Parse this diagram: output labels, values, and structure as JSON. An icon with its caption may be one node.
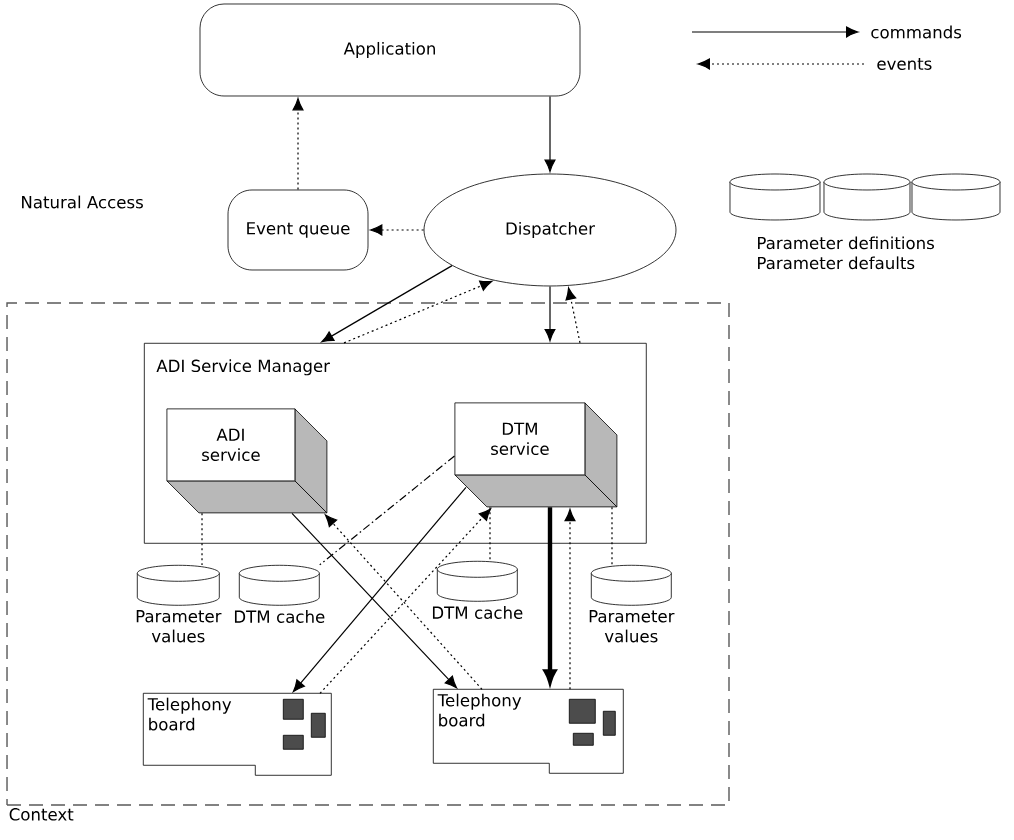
{
  "diagram": {
    "nodes": [
      {
        "text": [
          "Application"
        ]
      },
      {
        "text": [
          "Event queue"
        ]
      },
      {
        "text": [
          "Dispatcher"
        ]
      },
      {
        "text": [
          "Context"
        ]
      },
      {
        "text": [
          "ADI Service Manager"
        ],
        "in": 3
      },
      {
        "text": [
          "ADI service"
        ],
        "in": 4
      },
      {
        "text": [
          "DTM service"
        ],
        "in": 4
      },
      {
        "text": [
          "Parameter values"
        ],
        "in": 3
      },
      {
        "text": [
          "DTM cache"
        ],
        "in": 3
      },
      {
        "text": [
          "DTM cache"
        ],
        "in": 3
      },
      {
        "text": [
          "Parameter values"
        ],
        "in": 3
      },
      {
        "text": [
          "Telephony board"
        ],
        "in": 3
      },
      {
        "text": [
          "Telephony board"
        ],
        "in": 3
      },
      {
        "text": [
          "Parameter definitions",
          "Parameter defaults"
        ]
      }
    ],
    "edges": [
      {
        "from": 0,
        "to": 2,
        "arrow": "to"
      },
      {
        "from": 1,
        "to": 0,
        "arrow": "to",
        "style": "dashed"
      },
      {
        "from": 2,
        "to": 1,
        "arrow": "to",
        "style": "dashed"
      },
      {
        "from": 2,
        "to": 4,
        "arrow": "to"
      },
      {
        "from": 4,
        "to": 2,
        "arrow": "to",
        "style": "dashed"
      },
      {
        "from": 2,
        "to": 4,
        "arrow": "to"
      },
      {
        "from": 4,
        "to": 2,
        "arrow": "to",
        "style": "dashed"
      },
      {
        "from": 5,
        "to": 7,
        "arrow": "none",
        "style": "dashed"
      },
      {
        "from": 6,
        "to": 8,
        "arrow": "none",
        "style": "dashed"
      },
      {
        "from": 6,
        "to": 9,
        "arrow": "none",
        "style": "dashed"
      },
      {
        "from": 6,
        "to": 10,
        "arrow": "none",
        "style": "dashed"
      },
      {
        "from": 5,
        "to": 12,
        "arrow": "to"
      },
      {
        "from": 12,
        "to": 5,
        "arrow": "to",
        "style": "dashed"
      },
      {
        "from": 6,
        "to": 11,
        "arrow": "to"
      },
      {
        "from": 11,
        "to": 6,
        "arrow": "to",
        "style": "dashed"
      },
      {
        "from": 6,
        "to": 12,
        "arrow": "to",
        "style": "thick"
      },
      {
        "from": 12,
        "to": 6,
        "arrow": "to",
        "style": "dashed"
      }
    ],
    "labels": [
      "Natural Access"
    ],
    "legend": [
      {
        "text": "commands"
      },
      {
        "text": "events"
      }
    ]
  }
}
